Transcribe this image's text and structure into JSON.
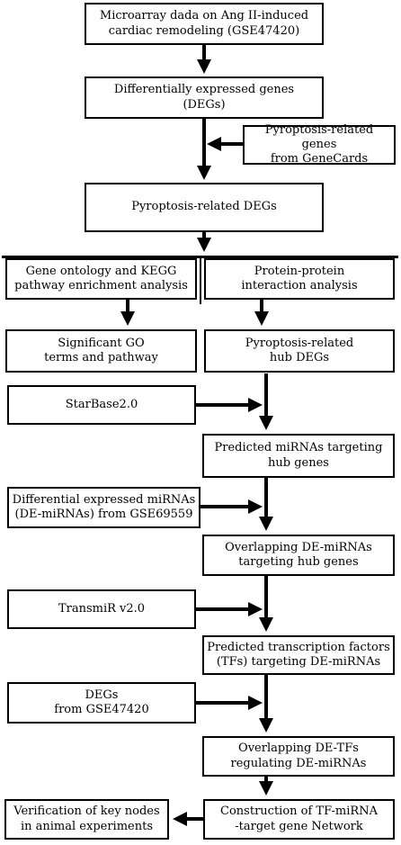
{
  "colors": {
    "stroke": "#000000",
    "background": "#ffffff"
  },
  "boxes": {
    "microarray": "Microarray dada on Ang II-induced\ncardiac remodeling (GSE47420)",
    "degs": "Differentially expressed genes\n(DEGs)",
    "genecards": "Pyroptosis-related genes\nfrom GeneCards",
    "pyro_degs": "Pyroptosis-related DEGs",
    "go_kegg": "Gene ontology and KEGG\npathway enrichment analysis",
    "ppi": "Protein-protein\ninteraction analysis",
    "sig_go": "Significant GO\nterms and pathway",
    "hub_degs": "Pyroptosis-related\nhub DEGs",
    "starbase": "StarBase2.0",
    "pred_mirnas": "Predicted miRNAs targeting\nhub genes",
    "de_mirnas": "Differential expressed miRNAs\n(DE-miRNAs) from GSE69559",
    "overlap_mirnas": "Overlapping DE-miRNAs\ntargeting hub genes",
    "transmir": "TransmiR v2.0",
    "pred_tfs": "Predicted transcription factors\n(TFs) targeting DE-miRNAs",
    "degs_gse": "DEGs\nfrom GSE47420",
    "overlap_tfs": "Overlapping DE-TFs\nregulating DE-miRNAs",
    "network": "Construction of TF-miRNA\n-target gene Network",
    "verification": "Verification of key nodes\nin animal experiments"
  }
}
